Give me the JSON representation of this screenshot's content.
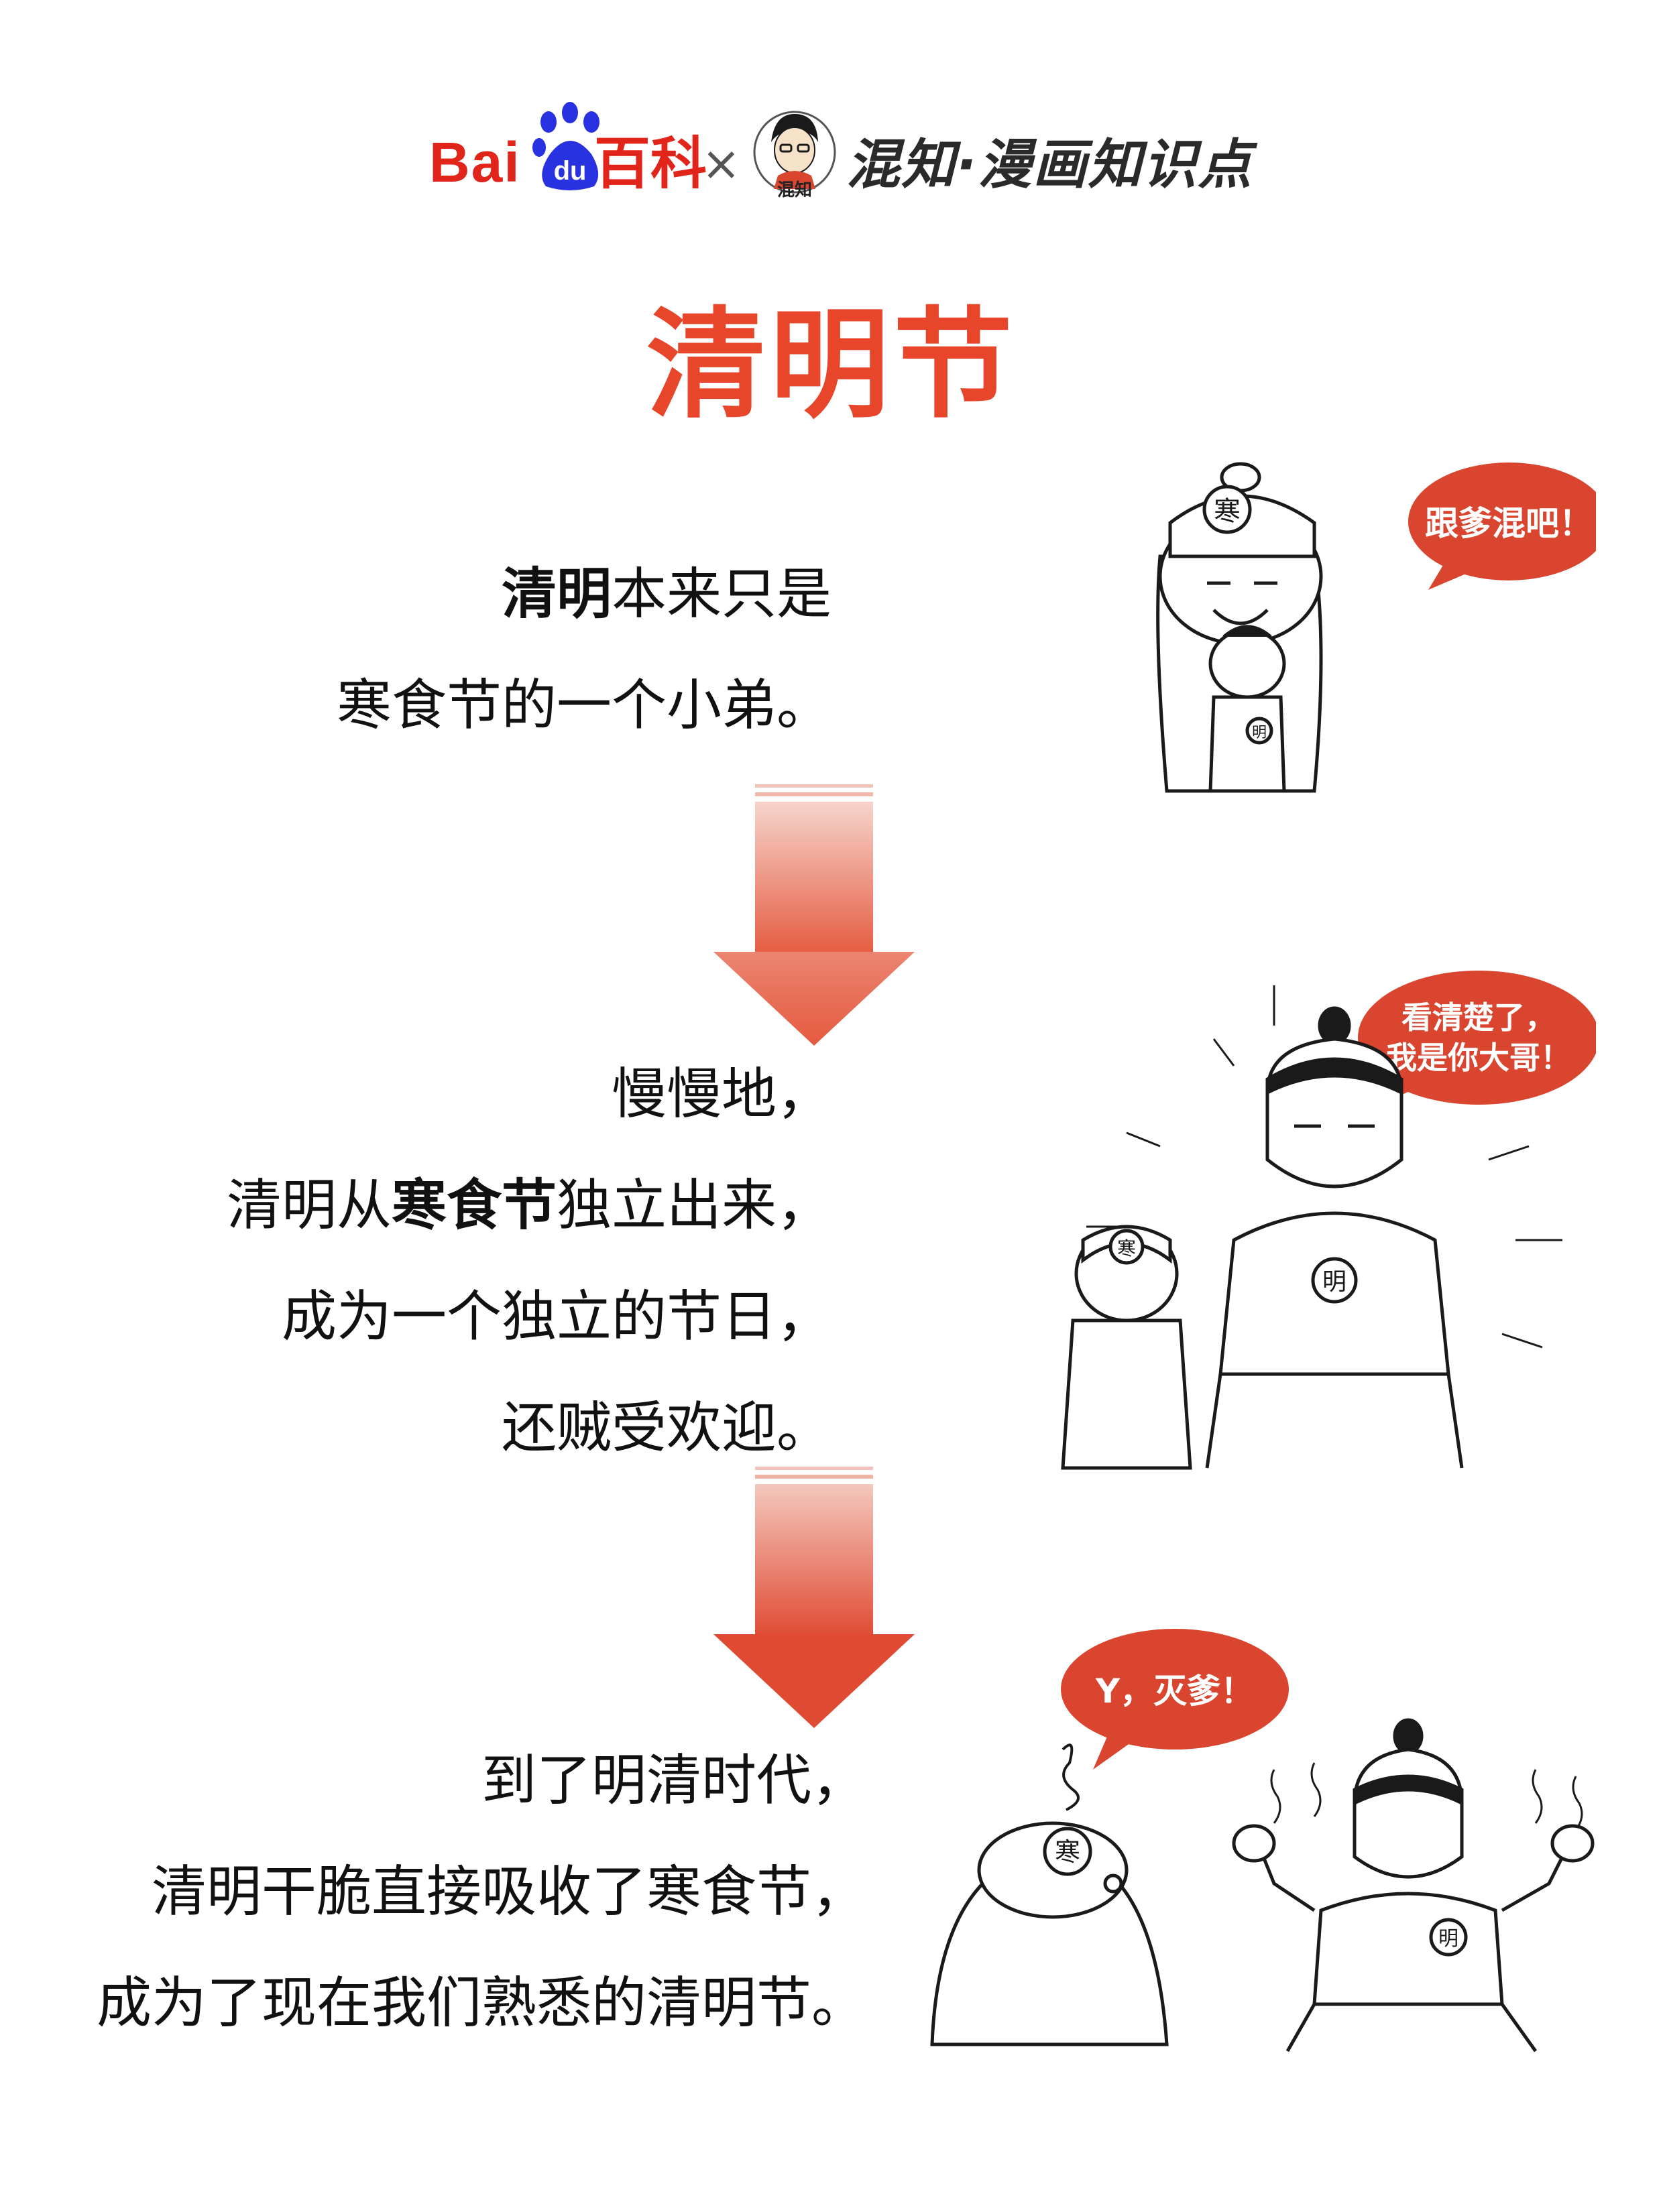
{
  "header": {
    "baidu_wordmark": "Bai",
    "baidu_du": "du",
    "baike": "百科",
    "times": "×",
    "hunzhi_avatar_text": "混知",
    "hunzhi_title": "混知·漫画知识点"
  },
  "title": "清明节",
  "blocks": [
    {
      "lines": [
        {
          "bold": "清明",
          "rest": "本来只是"
        },
        {
          "text": "寒食节的一个小弟。"
        }
      ]
    },
    {
      "lines": [
        {
          "text": "慢慢地，"
        },
        {
          "pre": "清明从",
          "bold": "寒食节",
          "post": "独立出来，"
        },
        {
          "text": "成为一个独立的节日，"
        },
        {
          "text": "还贼受欢迎。"
        }
      ]
    },
    {
      "lines": [
        {
          "text": "到了明清时代，"
        },
        {
          "text": "清明干脆直接吸收了寒食节，"
        },
        {
          "text": "成为了现在我们熟悉的清明节。"
        }
      ]
    }
  ],
  "illustrations": [
    {
      "bubble": [
        "跟爹混吧！"
      ],
      "hat_badge": "寒",
      "child_badge": "明"
    },
    {
      "bubble": [
        "看清楚了，",
        "我是你大哥！"
      ],
      "hat_badge": "寒",
      "child_badge": "明"
    },
    {
      "bubble": [
        "Y，灭爹！"
      ],
      "hat_badge": "寒",
      "child_badge": "明"
    }
  ],
  "colors": {
    "accent_red": "#e1251b",
    "title_orange_red": "#e8462b",
    "bubble_red": "#d9452f",
    "arrow_top": "#f2c2b8",
    "arrow_bottom": "#e04a33"
  }
}
